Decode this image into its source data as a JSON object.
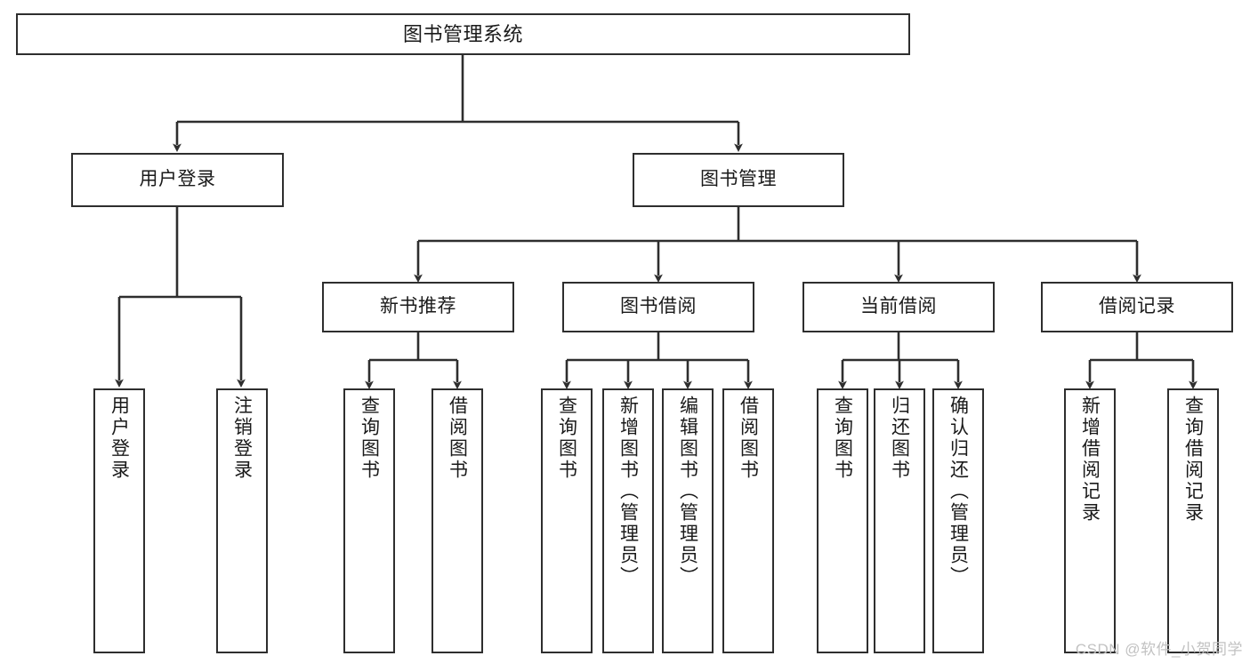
{
  "diagram": {
    "title": "图书管理系统",
    "type": "tree-hierarchy-chart",
    "watermark": "CSDN @软件_小贺同学",
    "colors": {
      "border": "#2e2e2e",
      "background": "#ffffff",
      "text": "#1a1a1a",
      "watermark": "#c2c2c2"
    },
    "nodes": {
      "root": {
        "label": "图书管理系统"
      },
      "level2": [
        {
          "label": "用户登录"
        },
        {
          "label": "图书管理"
        }
      ],
      "level3": [
        {
          "label": "新书推荐"
        },
        {
          "label": "图书借阅"
        },
        {
          "label": "当前借阅"
        },
        {
          "label": "借阅记录"
        }
      ],
      "leaves_user_login": [
        {
          "label": "用户登录"
        },
        {
          "label": "注销登录"
        }
      ],
      "leaves_new_book": [
        {
          "label": "查询图书"
        },
        {
          "label": "借阅图书"
        }
      ],
      "leaves_borrow": [
        {
          "label": "查询图书"
        },
        {
          "label": "新增图书（管理员）"
        },
        {
          "label": "编辑图书（管理员）"
        },
        {
          "label": "借阅图书"
        }
      ],
      "leaves_current": [
        {
          "label": "查询图书"
        },
        {
          "label": "归还图书"
        },
        {
          "label": "确认归还（管理员）"
        }
      ],
      "leaves_records": [
        {
          "label": "新增借阅记录"
        },
        {
          "label": "查询借阅记录"
        }
      ]
    }
  }
}
